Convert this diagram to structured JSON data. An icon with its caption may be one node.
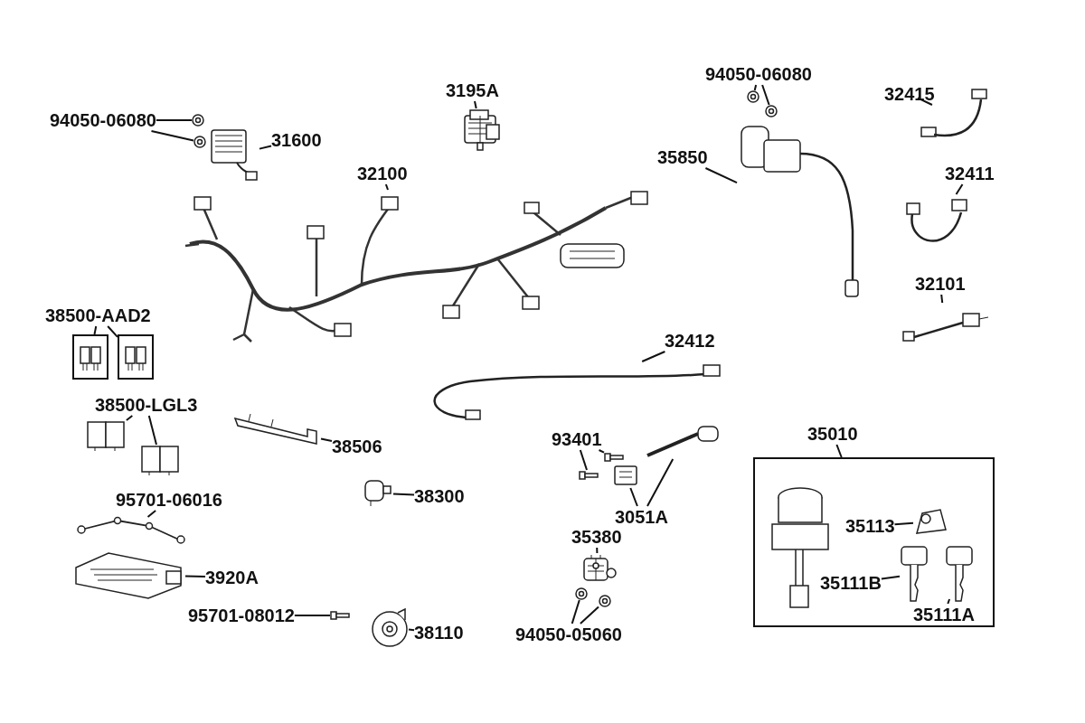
{
  "diagram": {
    "nodes": [
      {
        "text": [
          "94050-06080"
        ]
      },
      {
        "text": [],
        "shape": "picture"
      },
      {
        "text": [],
        "shape": "picture"
      },
      {
        "text": [
          "31600"
        ]
      },
      {
        "text": [],
        "shape": "picture"
      },
      {
        "text": [
          "3195A"
        ]
      },
      {
        "text": [],
        "shape": "picture"
      },
      {
        "text": [
          "94050-06080"
        ]
      },
      {
        "text": [],
        "shape": "picture"
      },
      {
        "text": [],
        "shape": "picture"
      },
      {
        "text": [
          "35850"
        ]
      },
      {
        "text": [],
        "shape": "picture"
      },
      {
        "text": [
          "32415"
        ]
      },
      {
        "text": [],
        "shape": "picture"
      },
      {
        "text": [
          "32100"
        ]
      },
      {
        "text": [],
        "shape": "picture"
      },
      {
        "text": [
          "32411"
        ]
      },
      {
        "text": [],
        "shape": "picture"
      },
      {
        "text": [
          "32101"
        ]
      },
      {
        "text": [],
        "shape": "picture"
      },
      {
        "text": [
          "38500-AAD2"
        ]
      },
      {
        "text": [],
        "shape": "picture"
      },
      {
        "text": [],
        "shape": "picture"
      },
      {
        "text": [
          "32412"
        ]
      },
      {
        "text": [],
        "shape": "picture"
      },
      {
        "text": [
          "38500-LGL3"
        ]
      },
      {
        "text": [],
        "shape": "picture"
      },
      {
        "text": [],
        "shape": "picture"
      },
      {
        "text": [
          "38506"
        ]
      },
      {
        "text": [],
        "shape": "picture"
      },
      {
        "text": [
          "93401"
        ]
      },
      {
        "text": [],
        "shape": "picture"
      },
      {
        "text": [],
        "shape": "picture"
      },
      {
        "text": [
          "35010"
        ]
      },
      {
        "text": [],
        "shape": "box"
      },
      {
        "text": [
          "35113"
        ],
        "in": 34
      },
      {
        "text": [],
        "shape": "picture",
        "in": 34
      },
      {
        "text": [
          "35111B"
        ],
        "in": 34
      },
      {
        "text": [],
        "shape": "picture",
        "in": 34
      },
      {
        "text": [
          "35111A"
        ],
        "in": 34
      },
      {
        "text": [],
        "shape": "picture",
        "in": 34
      },
      {
        "text": [
          "3051A"
        ]
      },
      {
        "text": [],
        "shape": "picture"
      },
      {
        "text": [],
        "shape": "picture"
      },
      {
        "text": [
          "38300"
        ]
      },
      {
        "text": [],
        "shape": "picture"
      },
      {
        "text": [
          "95701-06016"
        ]
      },
      {
        "text": [],
        "shape": "picture"
      },
      {
        "text": [
          "3920A"
        ]
      },
      {
        "text": [],
        "shape": "picture"
      },
      {
        "text": [
          "35380"
        ]
      },
      {
        "text": [],
        "shape": "picture"
      },
      {
        "text": [
          "95701-08012"
        ]
      },
      {
        "text": [],
        "shape": "picture"
      },
      {
        "text": [
          "38110"
        ]
      },
      {
        "text": [],
        "shape": "picture"
      },
      {
        "text": [
          "94050-05060"
        ]
      },
      {
        "text": [],
        "shape": "picture"
      },
      {
        "text": [],
        "shape": "picture"
      }
    ],
    "edges": [
      {
        "from": 0,
        "to": 1,
        "arrow": "none"
      },
      {
        "from": 0,
        "to": 2,
        "arrow": "none"
      },
      {
        "from": 3,
        "to": 4,
        "arrow": "none"
      },
      {
        "from": 5,
        "to": 6,
        "arrow": "none"
      },
      {
        "from": 7,
        "to": 8,
        "arrow": "none"
      },
      {
        "from": 7,
        "to": 9,
        "arrow": "none"
      },
      {
        "from": 10,
        "to": 11,
        "arrow": "none"
      },
      {
        "from": 12,
        "to": 13,
        "arrow": "none"
      },
      {
        "from": 14,
        "to": 15,
        "arrow": "none"
      },
      {
        "from": 16,
        "to": 17,
        "arrow": "none"
      },
      {
        "from": 18,
        "to": 19,
        "arrow": "none"
      },
      {
        "from": 20,
        "to": 21,
        "arrow": "none"
      },
      {
        "from": 20,
        "to": 22,
        "arrow": "none"
      },
      {
        "from": 23,
        "to": 24,
        "arrow": "none"
      },
      {
        "from": 25,
        "to": 26,
        "arrow": "none"
      },
      {
        "from": 25,
        "to": 27,
        "arrow": "none"
      },
      {
        "from": 28,
        "to": 29,
        "arrow": "none"
      },
      {
        "from": 30,
        "to": 31,
        "arrow": "none"
      },
      {
        "from": 30,
        "to": 32,
        "arrow": "none"
      },
      {
        "from": 33,
        "to": 34,
        "arrow": "none"
      },
      {
        "from": 35,
        "to": 36,
        "arrow": "none"
      },
      {
        "from": 37,
        "to": 38,
        "arrow": "none"
      },
      {
        "from": 39,
        "to": 40,
        "arrow": "none"
      },
      {
        "from": 41,
        "to": 42,
        "arrow": "none"
      },
      {
        "from": 41,
        "to": 43,
        "arrow": "none"
      },
      {
        "from": 44,
        "to": 45,
        "arrow": "none"
      },
      {
        "from": 46,
        "to": 47,
        "arrow": "none"
      },
      {
        "from": 48,
        "to": 49,
        "arrow": "none"
      },
      {
        "from": 50,
        "to": 51,
        "arrow": "none"
      },
      {
        "from": 52,
        "to": 53,
        "arrow": "none"
      },
      {
        "from": 54,
        "to": 55,
        "arrow": "none"
      },
      {
        "from": 56,
        "to": 57,
        "arrow": "none"
      },
      {
        "from": 56,
        "to": 58,
        "arrow": "none"
      }
    ]
  }
}
